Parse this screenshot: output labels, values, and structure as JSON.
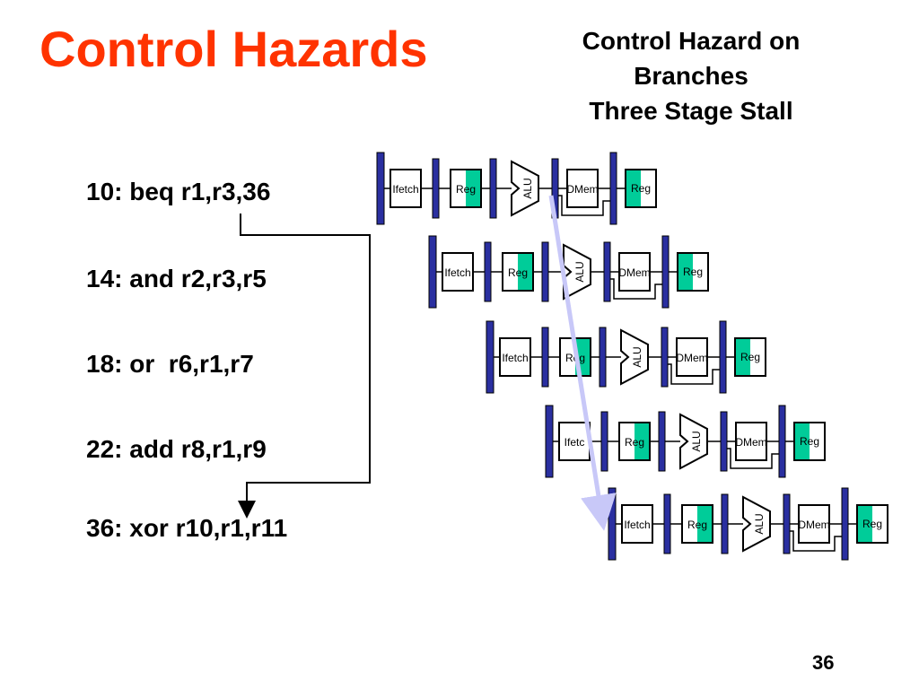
{
  "title": "Control Hazards",
  "subtitle": [
    "Control Hazard on",
    "Branches",
    "Three Stage Stall"
  ],
  "instructions": [
    "10: beq r1,r3,36",
    "14: and r2,r3,r5",
    "18: or  r6,r1,r7",
    "22: add r8,r1,r9",
    "36: xor r10,r1,r11"
  ],
  "stage_labels": {
    "ifetch": [
      "Ifetch",
      "Ifetch",
      "Ifetch",
      "Ifetc",
      "Ifetch"
    ],
    "reg": "Reg",
    "alu": "ALU",
    "dmem": "DMem",
    "reg_write": "Reg"
  },
  "colors": {
    "title": "#ff3300",
    "pipeline_latch": "#2a2fa0",
    "register_fill": "#00cc99",
    "branch_arrow": "#c8c8f8"
  },
  "page_number": "36"
}
